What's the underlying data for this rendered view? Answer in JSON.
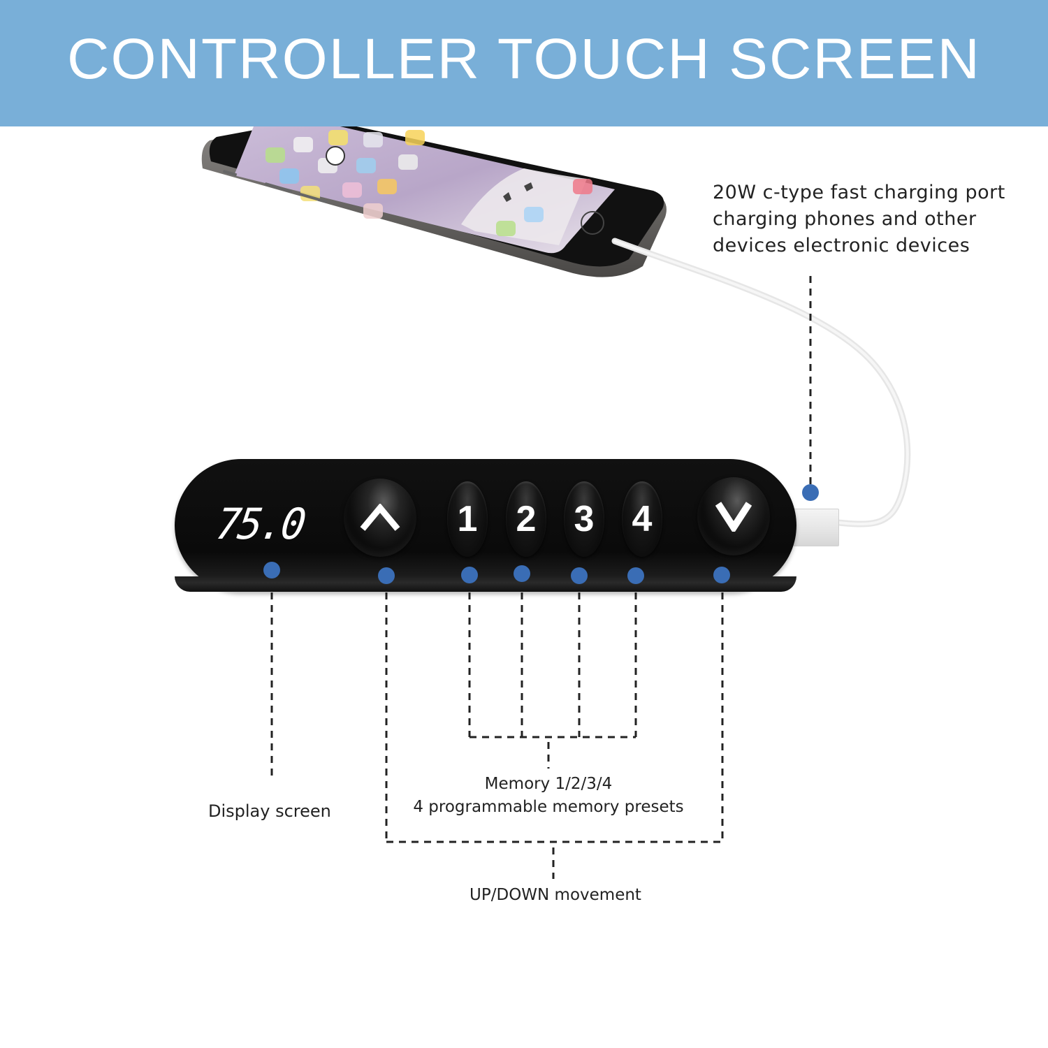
{
  "header": {
    "title": "CONTROLLER TOUCH SCREEN",
    "background_color": "#79afd8",
    "text_color": "#ffffff"
  },
  "controller": {
    "display_value": "75.0",
    "up_button_glyph": "^",
    "memory_buttons": [
      "1",
      "2",
      "3",
      "4"
    ],
    "down_button_glyph": "V",
    "body_color": "#0b0b0b",
    "marker_color": "#3a6db5"
  },
  "callouts": {
    "charging_port": {
      "lines": [
        "20W c-type fast charging port",
        "charging phones and other",
        "devices electronic devices"
      ]
    },
    "display_screen": {
      "label": "Display screen"
    },
    "memory": {
      "title": "Memory 1/2/3/4",
      "subtitle": "4 programmable memory presets"
    },
    "up_down": {
      "label": "UP/DOWN movement"
    }
  },
  "illustration": {
    "phone": "smartphone-charging",
    "cable": "usb-cable"
  }
}
